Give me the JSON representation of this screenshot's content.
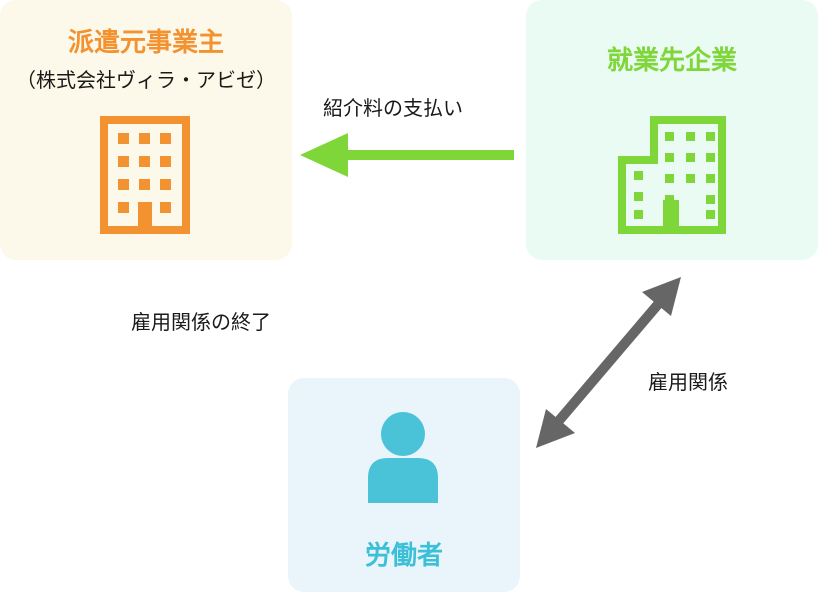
{
  "dispatch": {
    "title": "派遣元事業主",
    "subtitle": "（株式会社ヴィラ・アビゼ）",
    "color": "#f39230"
  },
  "client": {
    "title": "就業先企業",
    "color": "#7ed638"
  },
  "worker": {
    "title": "労働者",
    "color": "#3cc0d8"
  },
  "relations": {
    "fee_payment": "紹介料の支払い",
    "employment_end": "雇用関係の終了",
    "employment": "雇用関係"
  },
  "icons": {
    "dispatch": "office-building-icon",
    "client": "office-building-icon",
    "worker": "person-icon"
  },
  "arrows": {
    "fee_color": "#7ed638",
    "employment_color": "#666666"
  }
}
